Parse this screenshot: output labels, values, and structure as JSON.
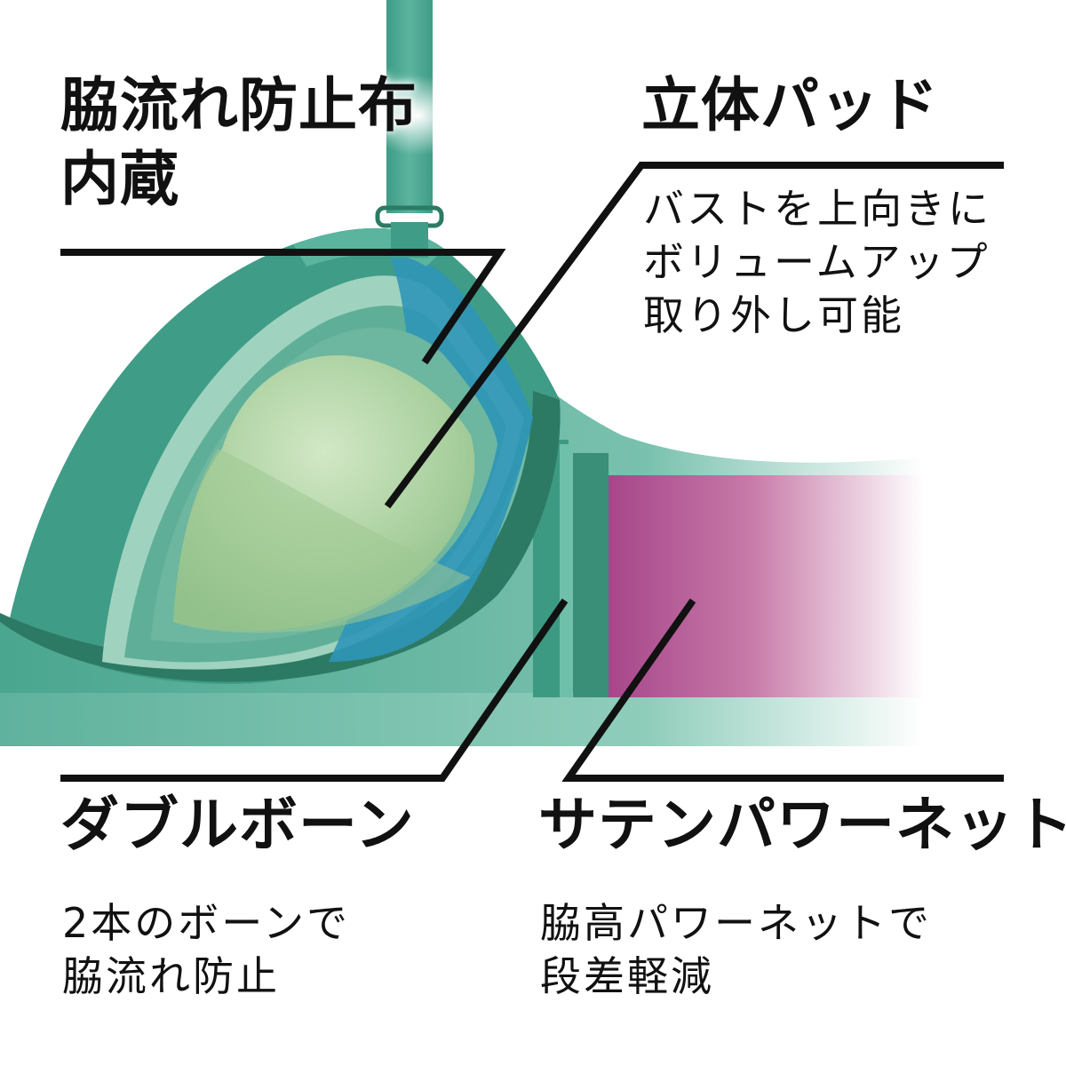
{
  "labels": {
    "side_panel": {
      "line1": "脇流れ防止布",
      "line2": "内蔵"
    },
    "pad": {
      "title": "立体パッド",
      "desc_line1": "バストを上向きに",
      "desc_line2": "ボリュームアップ",
      "desc_line3": "取り外し可能"
    },
    "bone": {
      "title": "ダブルボーン",
      "desc_line1": "2本のボーンで",
      "desc_line2": "脇流れ防止"
    },
    "net": {
      "title": "サテンパワーネット",
      "desc_line1": "脇高パワーネットで",
      "desc_line2": "段差軽減"
    }
  },
  "colors": {
    "cup_green": "#3f9c87",
    "cup_dark": "#2d7a64",
    "inner_light": "#9fd3bf",
    "pad_green": "#a9cf9e",
    "side_blue": "#2f96b7",
    "net_magenta": "#a7468b",
    "leader_line": "#111111"
  }
}
